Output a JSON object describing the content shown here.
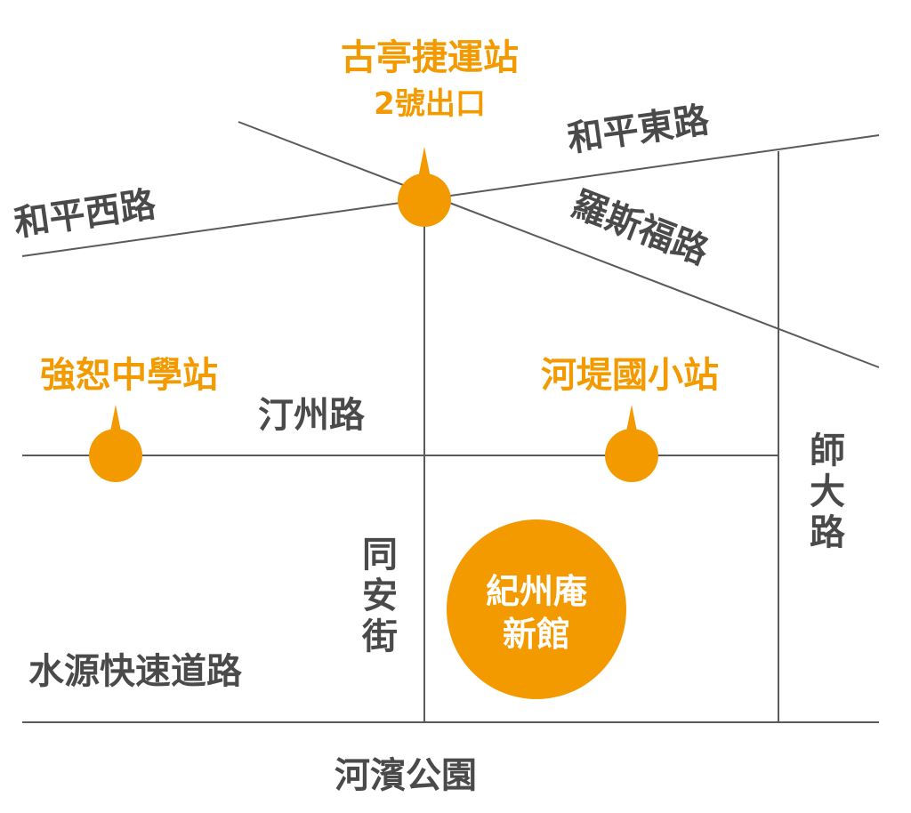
{
  "colors": {
    "accent": "#f39a00",
    "road": "#5a5a5a",
    "text": "#4a4a4a"
  },
  "stations": {
    "guting": {
      "name": "古亭捷運站",
      "exit": "2號出口"
    },
    "qiangshu": {
      "name": "強恕中學站"
    },
    "hedi": {
      "name": "河堤國小站"
    }
  },
  "roads": {
    "heping_west": "和平西路",
    "heping_east": "和平東路",
    "roosevelt": "羅斯福路",
    "tingzhou": "汀州路",
    "tongan": [
      "同",
      "安",
      "街"
    ],
    "shida": [
      "師",
      "大",
      "路"
    ],
    "shuiyuan": "水源快速道路"
  },
  "destination": {
    "line1": "紀州庵",
    "line2": "新館"
  },
  "park": "河濱公園"
}
